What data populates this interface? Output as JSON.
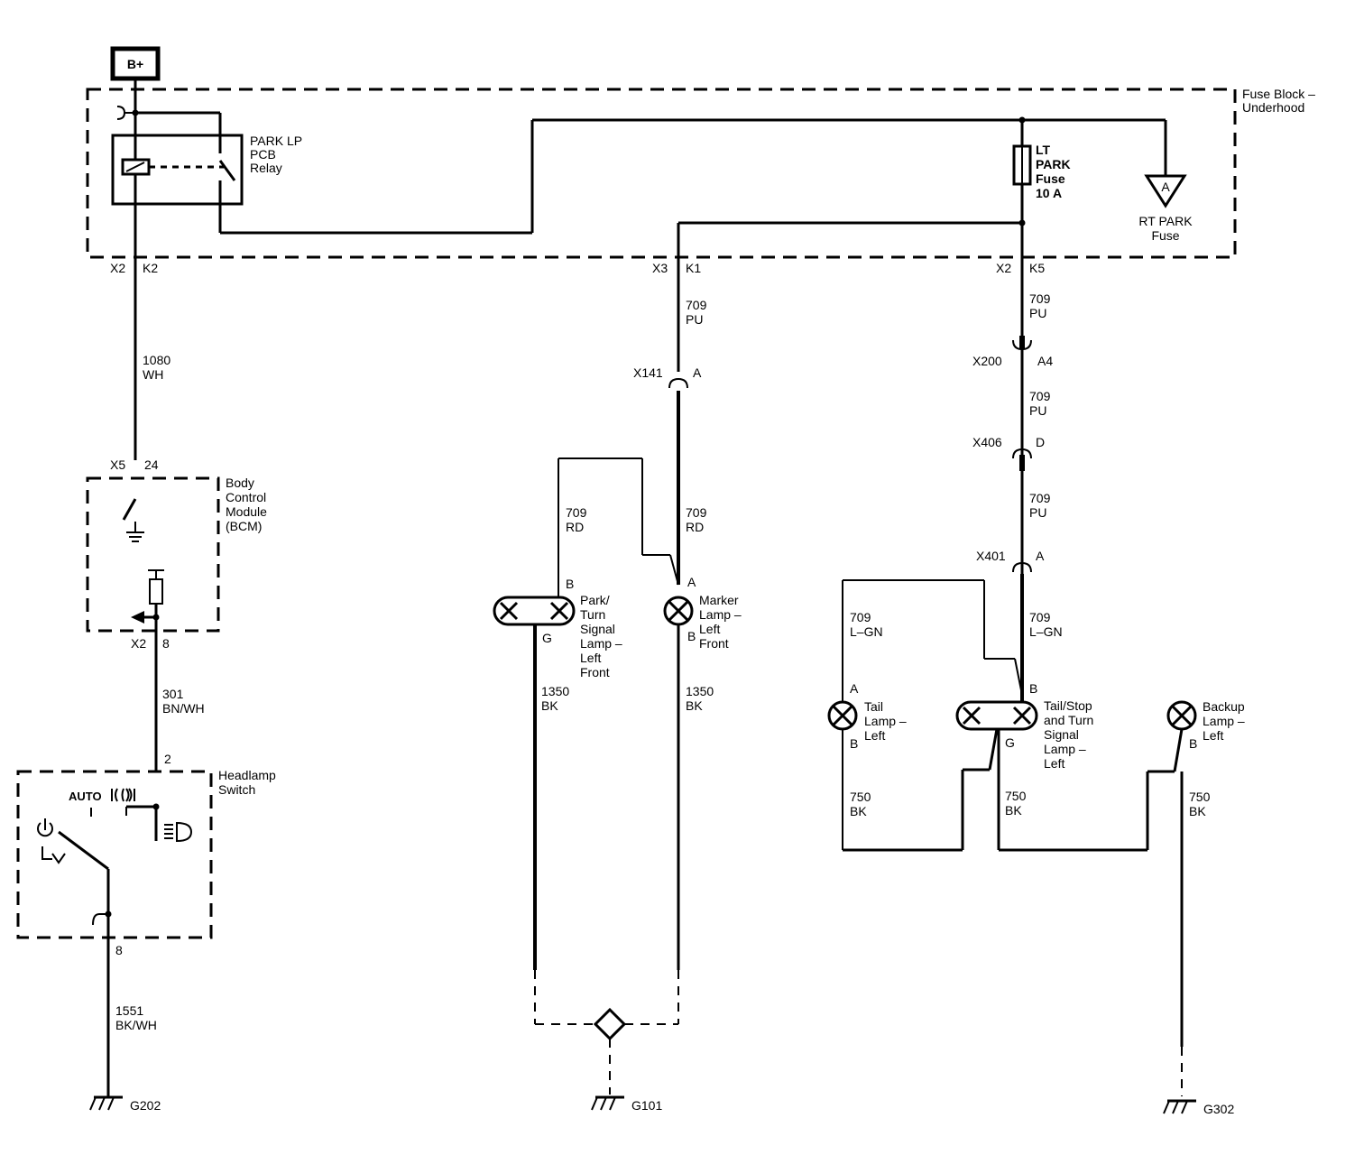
{
  "power": {
    "source": "B+"
  },
  "fuse_block": {
    "name": [
      "Fuse Block –",
      "Underhood"
    ],
    "relay": [
      "PARK LP",
      "PCB",
      "Relay"
    ],
    "lt_fuse": [
      "LT",
      "PARK",
      "Fuse",
      "10 A"
    ],
    "rt_fuse_ref": "A",
    "rt_fuse": [
      "RT PARK",
      "Fuse"
    ]
  },
  "connectors": {
    "relay_out": {
      "conn": "X2",
      "pin": "K2"
    },
    "marker_out": {
      "conn": "X3",
      "pin": "K1"
    },
    "tail_out": {
      "conn": "X2",
      "pin": "K5"
    },
    "x141": {
      "conn": "X141",
      "pin": "A"
    },
    "x200": {
      "conn": "X200",
      "pin": "A4"
    },
    "x406": {
      "conn": "X406",
      "pin": "D"
    },
    "x401": {
      "conn": "X401",
      "pin": "A"
    },
    "bcm_in": {
      "conn": "X5",
      "pin": "24"
    },
    "bcm_out": {
      "conn": "X2",
      "pin": "8"
    },
    "sw_in": {
      "pin": "2"
    },
    "sw_out": {
      "pin": "8"
    }
  },
  "wires": {
    "w1080": [
      "1080",
      "WH"
    ],
    "w301": [
      "301",
      "BN/WH"
    ],
    "w1551": [
      "1551",
      "BK/WH"
    ],
    "w709pu_a": [
      "709",
      "PU"
    ],
    "w709pu_b": [
      "709",
      "PU"
    ],
    "w709pu_c": [
      "709",
      "PU"
    ],
    "w709pu_d": [
      "709",
      "PU"
    ],
    "w709rd_a": [
      "709",
      "RD"
    ],
    "w709rd_b": [
      "709",
      "RD"
    ],
    "w1350_a": [
      "1350",
      "BK"
    ],
    "w1350_b": [
      "1350",
      "BK"
    ],
    "w709lgn_a": [
      "709",
      "L–GN"
    ],
    "w709lgn_b": [
      "709",
      "L–GN"
    ],
    "w750_a": [
      "750",
      "BK"
    ],
    "w750_b": [
      "750",
      "BK"
    ],
    "w750_c": [
      "750",
      "BK"
    ]
  },
  "modules": {
    "bcm": [
      "Body",
      "Control",
      "Module",
      "(BCM)"
    ],
    "headlamp_switch": [
      "Headlamp",
      "Switch"
    ],
    "auto_label": "AUTO"
  },
  "lamps": {
    "park_turn": {
      "label": [
        "Park/",
        "Turn",
        "Signal",
        "Lamp –",
        "Left",
        "Front"
      ],
      "pin_top": "B",
      "pin_bottom": "G"
    },
    "marker": {
      "label": [
        "Marker",
        "Lamp –",
        "Left",
        "Front"
      ],
      "pin_top": "A",
      "pin_bottom": "B"
    },
    "tail": {
      "label": [
        "Tail",
        "Lamp –",
        "Left"
      ],
      "pin_top": "A",
      "pin_bottom": "B"
    },
    "tail_stop": {
      "label": [
        "Tail/Stop",
        "and Turn",
        "Signal",
        "Lamp –",
        "Left"
      ],
      "pin_top": "B",
      "pin_bottom": "G"
    },
    "backup": {
      "label": [
        "Backup",
        "Lamp –",
        "Left"
      ],
      "pin_top": "B"
    }
  },
  "grounds": {
    "g202": "G202",
    "g101": "G101",
    "g302": "G302"
  }
}
